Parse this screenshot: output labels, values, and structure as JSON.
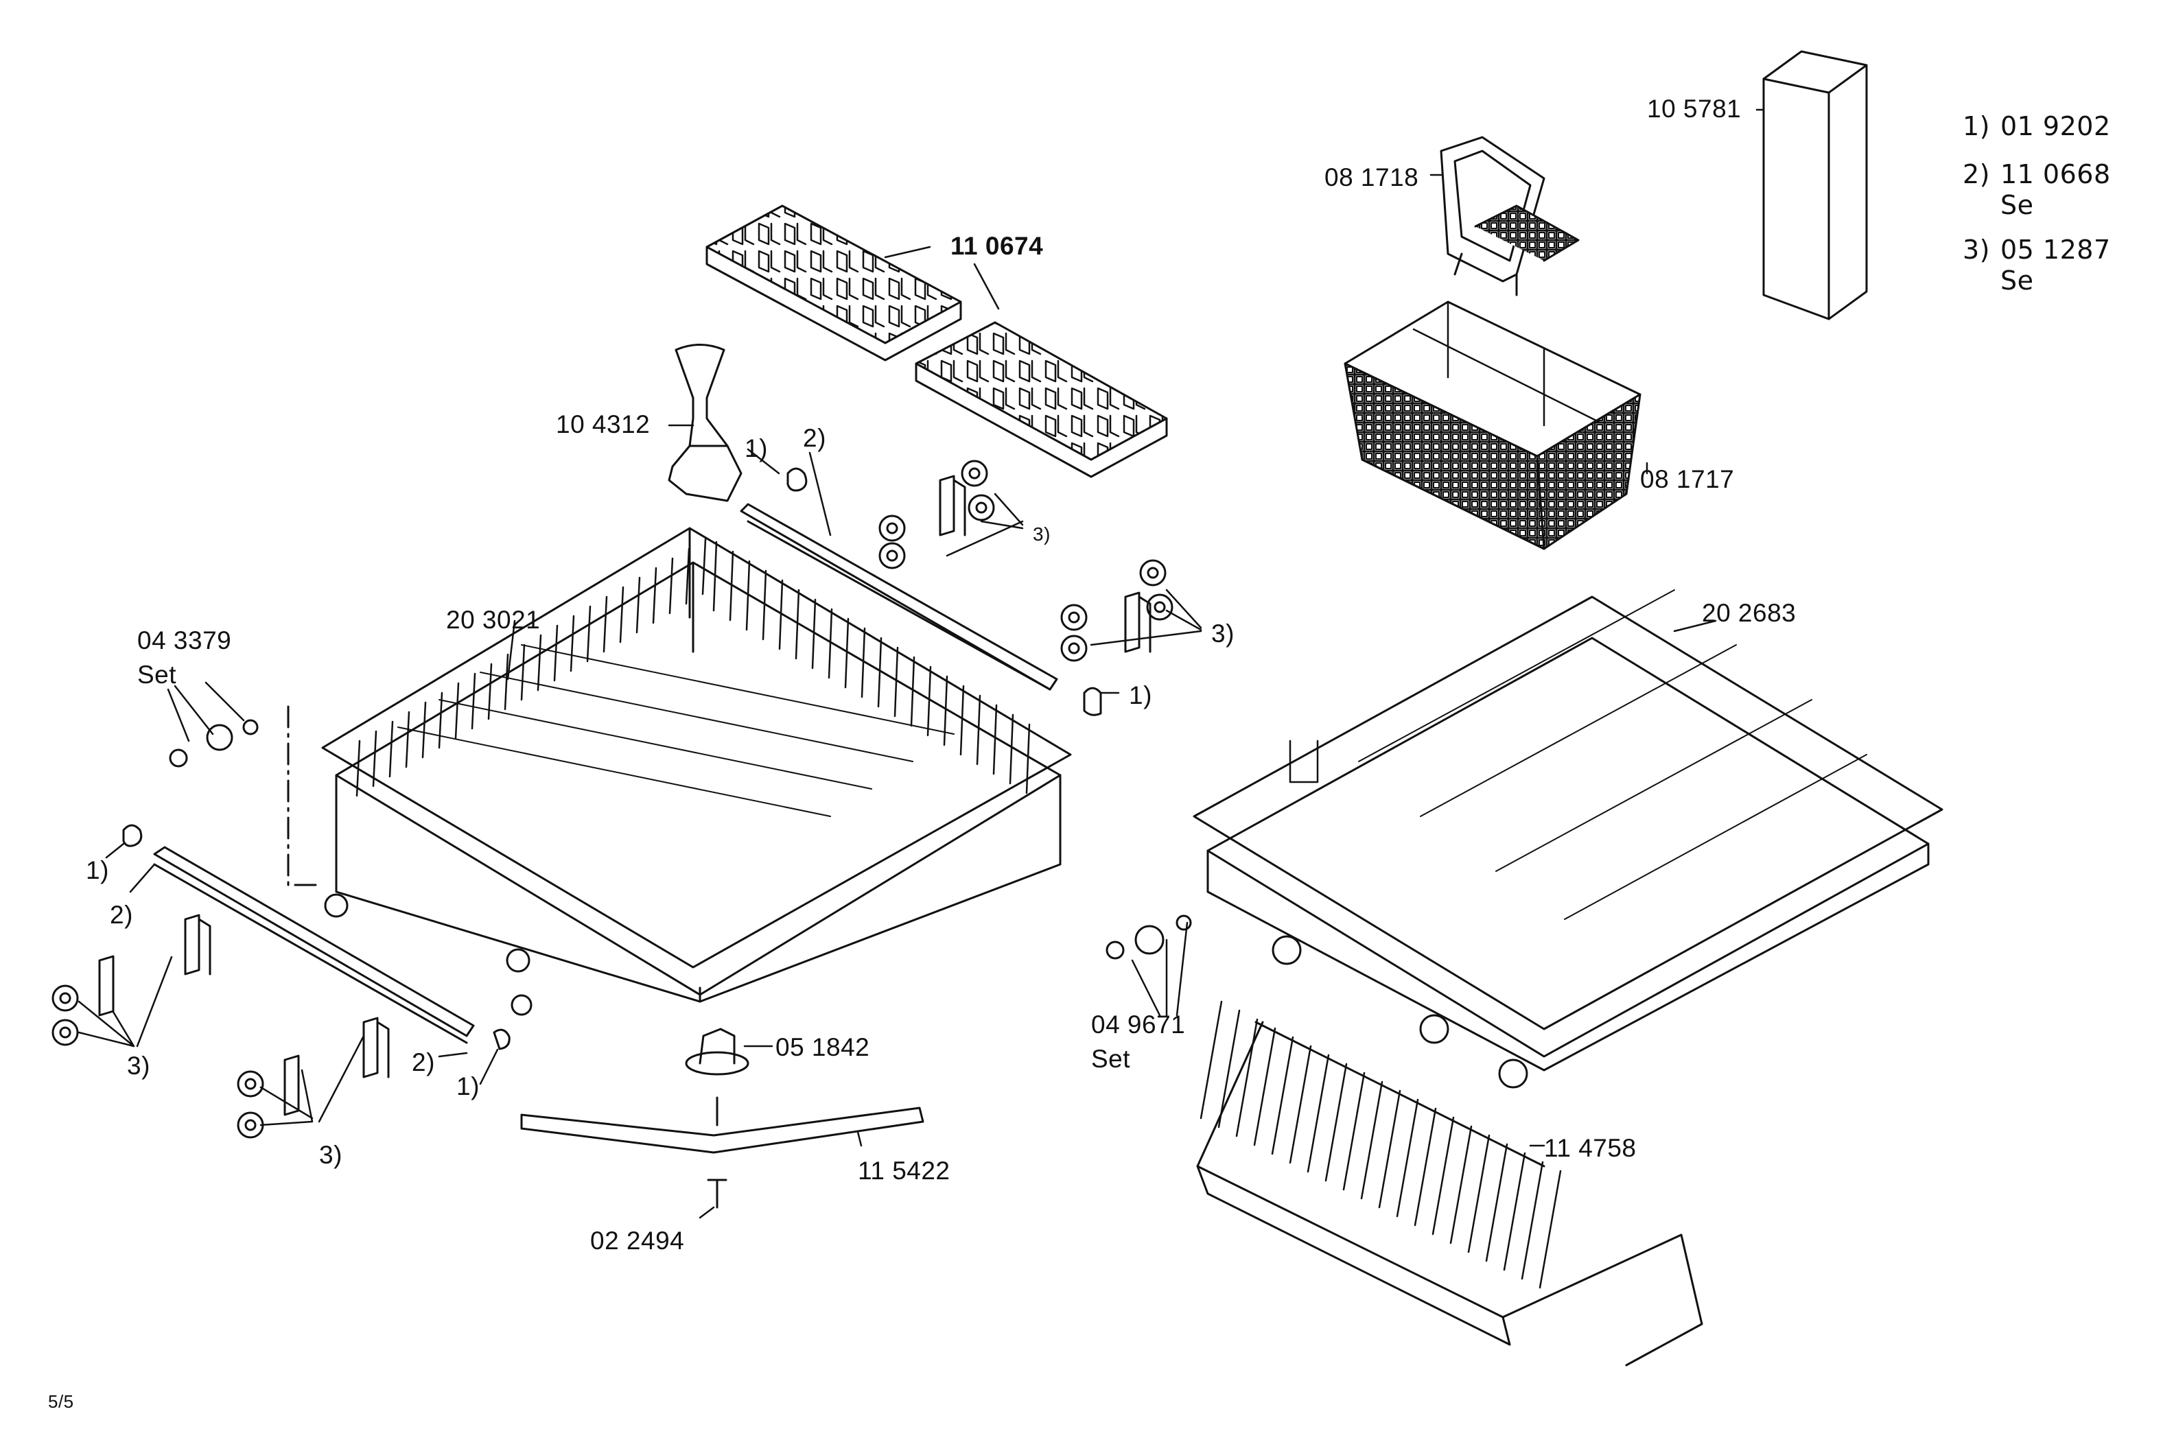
{
  "page_number": "5/5",
  "labels": {
    "p110674": "11 0674",
    "p104312": "10 4312",
    "p203021": "20 3021",
    "p043379": "04 3379",
    "set_a": "Set",
    "p051842": "05 1842",
    "p115422": "11 5422",
    "p022494": "02 2494",
    "p105781": "10 5781",
    "p081718": "08 1718",
    "p081717": "08 1717",
    "p202683": "20 2683",
    "p049671": "04 9671",
    "set_b": "Set",
    "p114758": "11 4758"
  },
  "callouts": {
    "one": "1)",
    "two": "2)",
    "three": "3)"
  },
  "legend": [
    {
      "key": "1)",
      "part": "01 9202",
      "note": ""
    },
    {
      "key": "2)",
      "part": "11 0668",
      "note": "Se"
    },
    {
      "key": "3)",
      "part": "05 1287",
      "note": "Se"
    }
  ]
}
